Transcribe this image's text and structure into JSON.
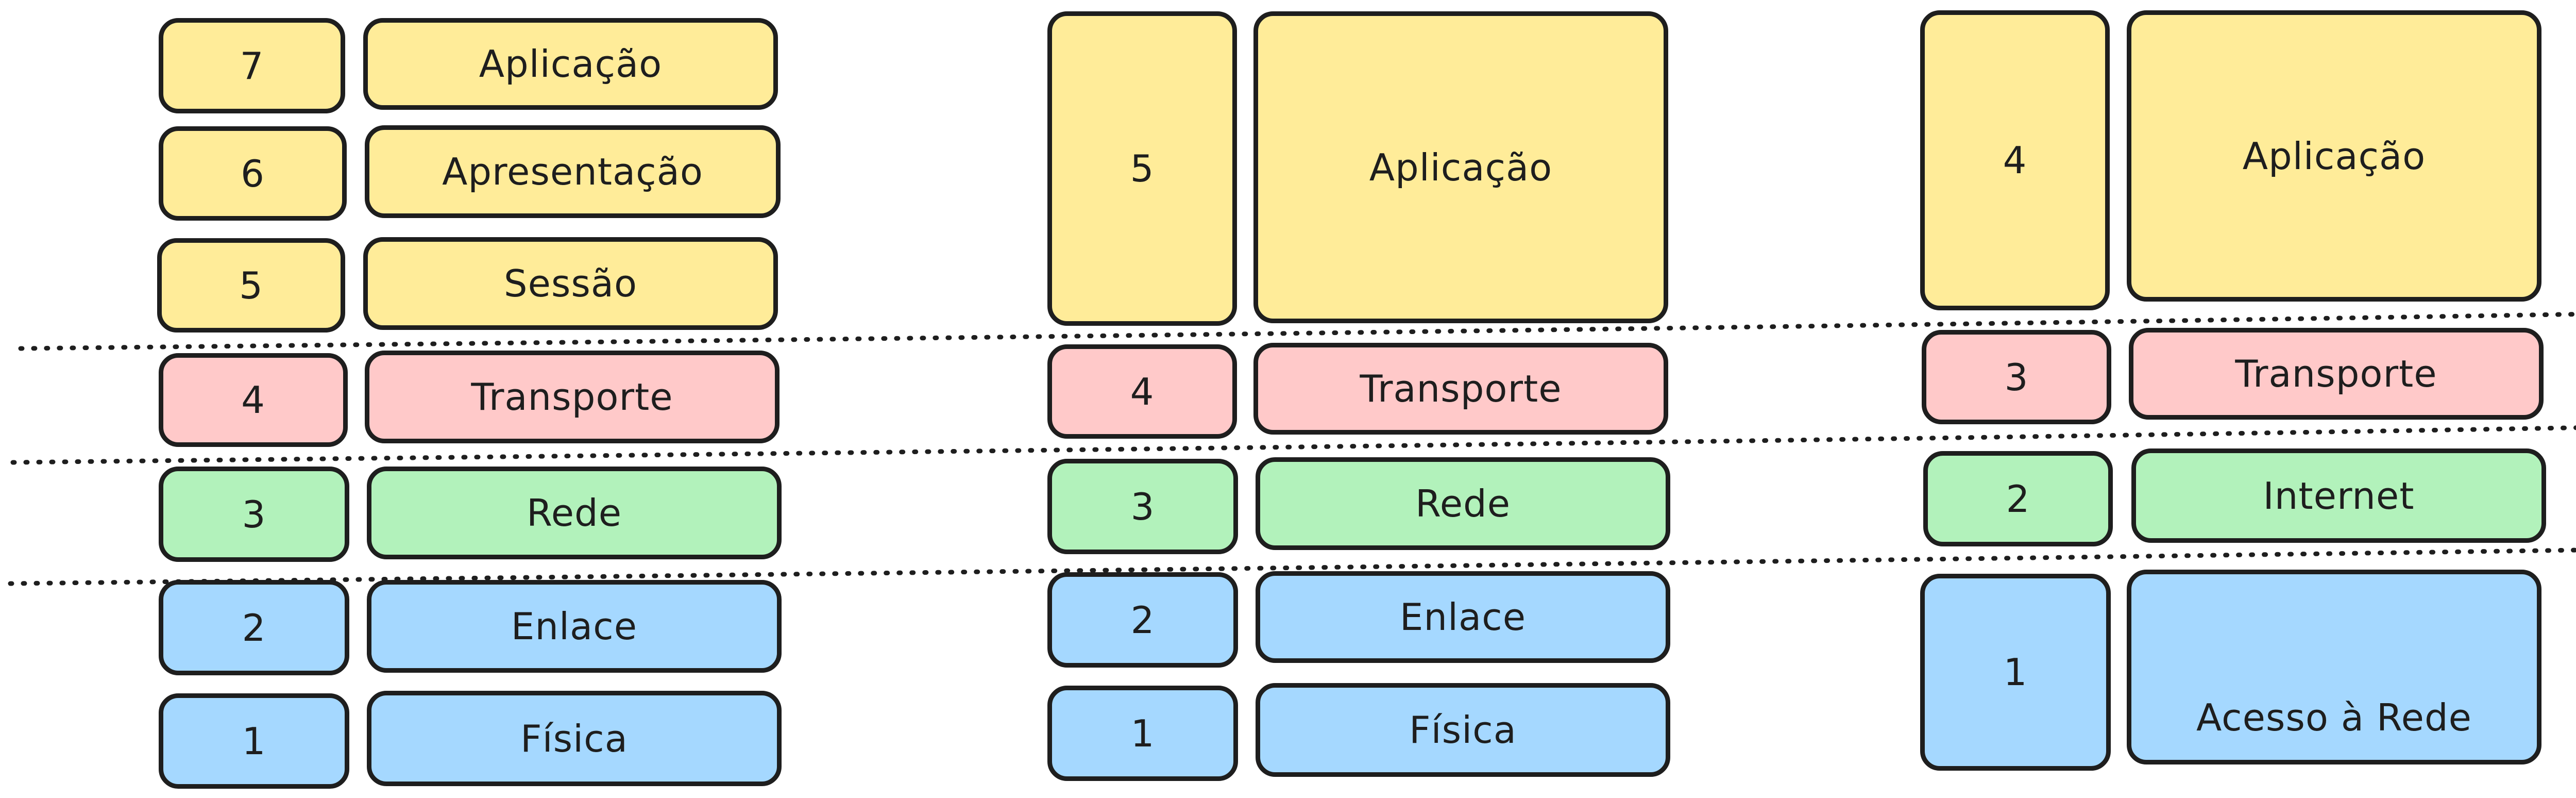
{
  "colors": {
    "yellow": "#ffec99",
    "red": "#ffc9c9",
    "green": "#b2f2bb",
    "blue": "#a5d8ff",
    "stroke": "#1e1e1e"
  },
  "diagram": {
    "stacks": [
      {
        "layers": [
          {
            "number": "7",
            "name": "Aplicação",
            "color": "yellow"
          },
          {
            "number": "6",
            "name": "Apresentação",
            "color": "yellow"
          },
          {
            "number": "5",
            "name": "Sessão",
            "color": "yellow"
          },
          {
            "number": "4",
            "name": "Transporte",
            "color": "red"
          },
          {
            "number": "3",
            "name": "Rede",
            "color": "green"
          },
          {
            "number": "2",
            "name": "Enlace",
            "color": "blue"
          },
          {
            "number": "1",
            "name": "Física",
            "color": "blue"
          }
        ]
      },
      {
        "layers": [
          {
            "number": "5",
            "name": "Aplicação",
            "color": "yellow"
          },
          {
            "number": "4",
            "name": "Transporte",
            "color": "red"
          },
          {
            "number": "3",
            "name": "Rede",
            "color": "green"
          },
          {
            "number": "2",
            "name": "Enlace",
            "color": "blue"
          },
          {
            "number": "1",
            "name": "Física",
            "color": "blue"
          }
        ]
      },
      {
        "layers": [
          {
            "number": "4",
            "name": "Aplicação",
            "color": "yellow"
          },
          {
            "number": "3",
            "name": "Transporte",
            "color": "red"
          },
          {
            "number": "2",
            "name": "Internet",
            "color": "green"
          },
          {
            "number": "1",
            "name": "Acesso à Rede",
            "color": "blue"
          }
        ]
      }
    ]
  }
}
